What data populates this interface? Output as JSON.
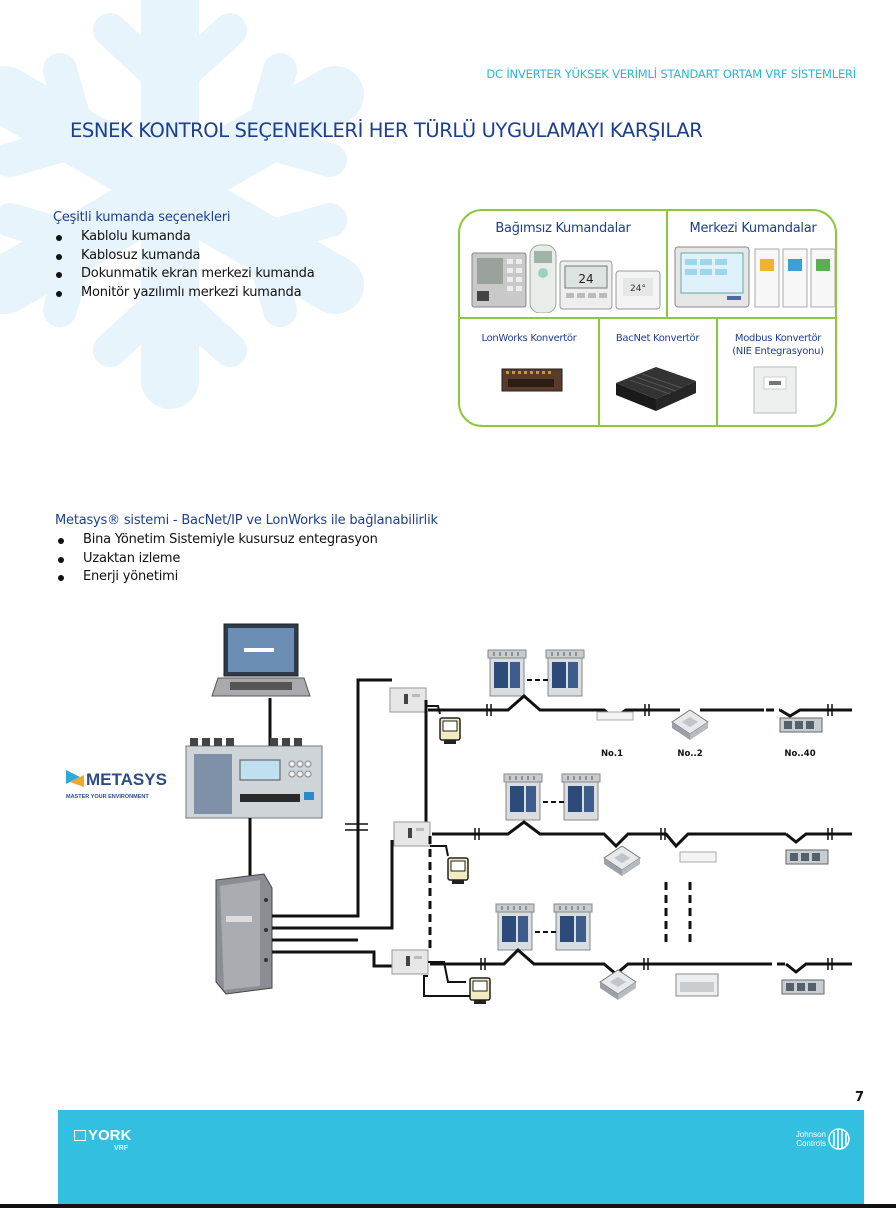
{
  "header": {
    "top_line": "DC İNVERTER YÜKSEK VERİMLİ STANDART ORTAM VRF SİSTEMLERİ",
    "title": "ESNEK KONTROL SEÇENEKLERİ HER TÜRLÜ UYGULAMAYI KARŞILAR"
  },
  "section1": {
    "title": "Çeşitli kumanda seçenekleri",
    "bullets": [
      "Kablolu kumanda",
      "Kablosuz kumanda",
      "Dokunmatik ekran merkezi kumanda",
      "Monitör yazılımlı merkezi kumanda"
    ]
  },
  "control_box": {
    "independent": "Bağımsız Kumandalar",
    "central": "Merkezi Kumandalar",
    "lonworks": "LonWorks Konvertör",
    "bacnet": "BacNet Konvertör",
    "modbus": "Modbus Konvertör",
    "modbus_sub": "(NIE Entegrasyonu)",
    "remote_display": "24"
  },
  "section2": {
    "title": "Metasys® sistemi - BacNet/IP ve LonWorks ile bağlanabilirlik",
    "bullets": [
      "Bina Yönetim Sistemiyle kusursuz entegrasyon",
      "Uzaktan izleme",
      "Enerji yönetimi"
    ]
  },
  "diagram": {
    "metasys_logo": "METASYS",
    "metasys_tagline": "MASTER YOUR ENVIRONMENT",
    "labels": [
      "No.1",
      "No..2",
      "No..40"
    ]
  },
  "page_number": "7",
  "footer": {
    "york": "YORK",
    "york_sub": "VRF",
    "jc_line1": "Johnson",
    "jc_line2": "Controls"
  },
  "colors": {
    "accent_blue": "#1d3f8f",
    "light_blue": "#2bb4d9",
    "green_border": "#8dc63f",
    "footer_bg": "#33bfe0"
  }
}
